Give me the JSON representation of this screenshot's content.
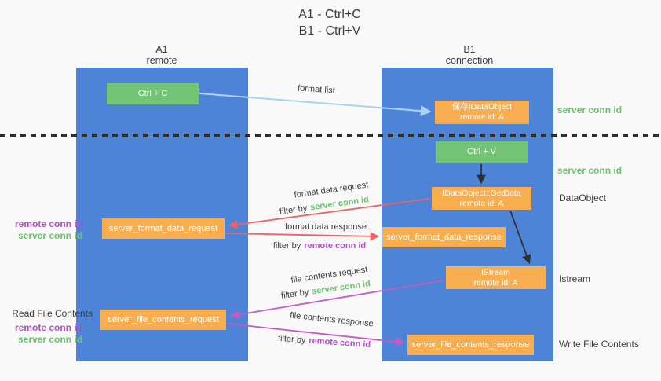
{
  "title": {
    "line1": "A1 - Ctrl+C",
    "line2": "B1 - Ctrl+V"
  },
  "columns": {
    "left": {
      "name": "A1",
      "subtitle": "remote"
    },
    "right": {
      "name": "B1",
      "subtitle": "connection"
    }
  },
  "boxes": {
    "ctrl_c": {
      "label": "Ctrl + C"
    },
    "save_idataobject": {
      "line1": "保存IDataObject",
      "line2": "remote id: A"
    },
    "ctrl_v": {
      "label": "Ctrl + V"
    },
    "getdata": {
      "line1": "IDataObject::GetData",
      "line2": "remote id: A"
    },
    "format_data_request": {
      "label": "server_format_data_request"
    },
    "format_data_response": {
      "label": "server_format_data_response"
    },
    "istream": {
      "line1": "IStream",
      "line2": "remote id: A"
    },
    "file_contents_request": {
      "label": "server_file_contents_request"
    },
    "file_contents_response": {
      "label": "server_file_contents_response"
    }
  },
  "arrow_labels": {
    "format_list": "format list",
    "format_data_request": "format data request",
    "format_data_response": "format data response",
    "file_contents_request": "file contents request",
    "file_contents_response": "file contents response",
    "filter_by": "filter by",
    "server_conn_id": "server conn id",
    "remote_conn_id": "remote conn id"
  },
  "annotations": {
    "right_server_conn_id_1": "server conn id",
    "right_server_conn_id_2": "server conn id",
    "dataobject": "DataObject",
    "istream": "Istream",
    "write_file_contents": "Write File Contents",
    "read_file_contents": "Read File Contents",
    "left_remote_conn_id_1": "remote conn id",
    "left_server_conn_id_1": "server conn id",
    "left_remote_conn_id_2": "remote conn id",
    "left_server_conn_id_2": "server conn id"
  },
  "colors": {
    "column_blue": "#4d84d8",
    "box_green": "#74c476",
    "box_orange": "#f8ad4e",
    "arrow_blue": "#a9d3ee",
    "arrow_red": "#ee6360",
    "arrow_magenta": "#c45ac4",
    "arrow_black": "#2f2f2f",
    "conn_id_green": "#6cc26e",
    "conn_id_purple": "#b052c5"
  }
}
